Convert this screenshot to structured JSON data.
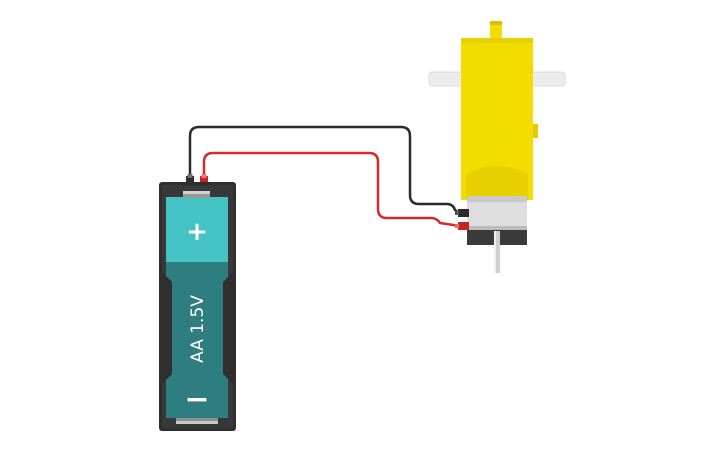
{
  "battery": {
    "label": "AA 1.5V",
    "plus_symbol": "+",
    "minus_symbol": "−"
  },
  "colors": {
    "background": "#ffffff",
    "battery_holder": "#2f2f2f",
    "battery_body": "#2e7d80",
    "battery_cap": "#45c2c3",
    "wire_black": "#2b2b2b",
    "wire_red": "#d42a2a",
    "motor_yellow": "#f3dc00",
    "motor_yellow_dark": "#e3cb00",
    "motor_can": "#dcdcdc",
    "shaft": "#e9e9e9"
  },
  "components": [
    "battery-holder",
    "dc-gear-motor",
    "black-wire",
    "red-wire"
  ]
}
